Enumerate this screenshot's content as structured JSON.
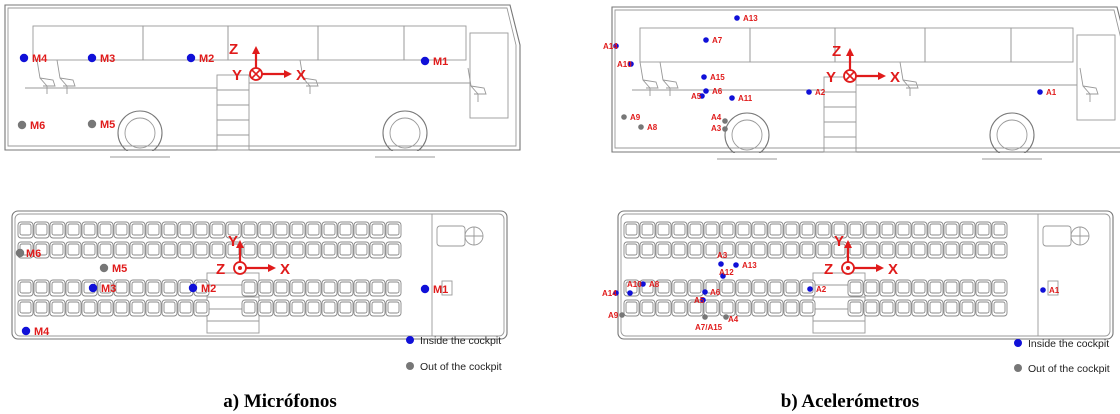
{
  "left": {
    "caption": "a) Micrófonos",
    "side_sensors": [
      {
        "id": "M4",
        "status": "inside"
      },
      {
        "id": "M3",
        "status": "inside"
      },
      {
        "id": "M2",
        "status": "inside"
      },
      {
        "id": "M1",
        "status": "inside"
      },
      {
        "id": "M6",
        "status": "outside"
      },
      {
        "id": "M5",
        "status": "outside"
      }
    ],
    "top_sensors": [
      {
        "id": "M6",
        "status": "outside"
      },
      {
        "id": "M5",
        "status": "outside"
      },
      {
        "id": "M4",
        "status": "inside"
      },
      {
        "id": "M3",
        "status": "inside"
      },
      {
        "id": "M2",
        "status": "inside"
      },
      {
        "id": "M1",
        "status": "inside"
      }
    ],
    "legend": {
      "inside": "Inside the cockpit",
      "outside": "Out of the cockpit"
    }
  },
  "right": {
    "caption": "b) Acelerómetros",
    "side_sensors": [
      {
        "id": "A13",
        "status": "inside"
      },
      {
        "id": "A14",
        "status": "inside"
      },
      {
        "id": "A10",
        "status": "inside"
      },
      {
        "id": "A7",
        "status": "inside"
      },
      {
        "id": "A15",
        "status": "inside"
      },
      {
        "id": "A5",
        "status": "inside"
      },
      {
        "id": "A6",
        "status": "inside"
      },
      {
        "id": "A11",
        "status": "inside"
      },
      {
        "id": "A2",
        "status": "inside"
      },
      {
        "id": "A1",
        "status": "inside"
      },
      {
        "id": "A9",
        "status": "outside"
      },
      {
        "id": "A8",
        "status": "outside"
      },
      {
        "id": "A4",
        "status": "outside"
      },
      {
        "id": "A3",
        "status": "outside"
      }
    ],
    "top_sensors": [
      {
        "id": "A3",
        "status": "inside"
      },
      {
        "id": "A13",
        "status": "inside"
      },
      {
        "id": "A8",
        "status": "inside"
      },
      {
        "id": "A12",
        "status": "inside"
      },
      {
        "id": "A14",
        "status": "inside"
      },
      {
        "id": "A10",
        "status": "inside"
      },
      {
        "id": "A6",
        "status": "inside"
      },
      {
        "id": "A5",
        "status": "inside"
      },
      {
        "id": "A2",
        "status": "inside"
      },
      {
        "id": "A1",
        "status": "inside"
      },
      {
        "id": "A9",
        "status": "outside"
      },
      {
        "id": "A7/A15",
        "status": "outside"
      },
      {
        "id": "A4",
        "status": "outside"
      }
    ],
    "legend": {
      "inside": "Inside the cockpit",
      "outside": "Out of the cockpit"
    }
  },
  "axes": {
    "side": {
      "up": "Z",
      "origin": "Y",
      "right": "X"
    },
    "top": {
      "up": "Y",
      "origin": "Z",
      "right": "X"
    }
  },
  "colors": {
    "inside": "#1010d8",
    "outside": "#777777",
    "label": "#e01b1b",
    "axis": "#e01b1b"
  }
}
